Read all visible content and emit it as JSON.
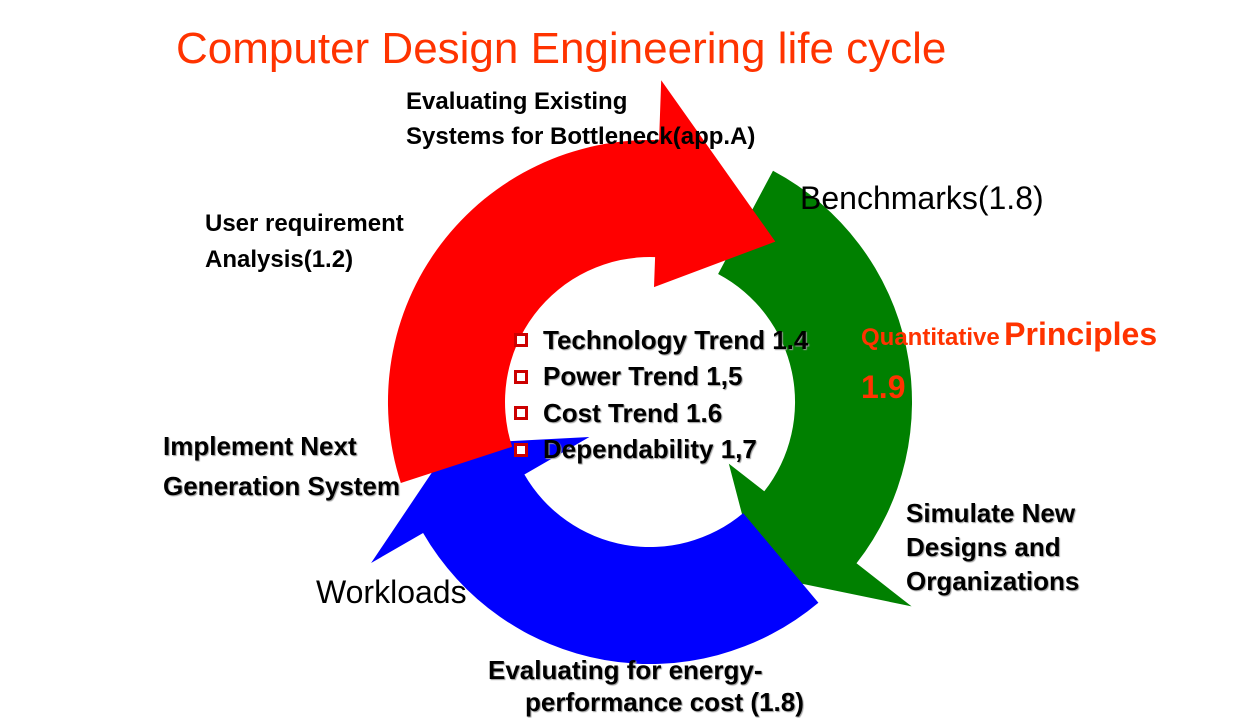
{
  "title": "Computer Design Engineering life cycle",
  "stages": {
    "evaluate_existing": [
      "Evaluating Existing",
      "Systems for Bottleneck(app.A)"
    ],
    "benchmarks": "Benchmarks(1.8)",
    "user_requirement": [
      "User requirement",
      "Analysis(1.2)"
    ],
    "quantitative": {
      "small": "Quantitative",
      "big": "Principles",
      "number": "1.9"
    },
    "implement": [
      "Implement Next",
      "Generation System"
    ],
    "simulate": [
      "Simulate New",
      "Designs and",
      "Organizations"
    ],
    "workloads": "Workloads",
    "evaluate_energy": [
      "Evaluating for energy-",
      "performance cost (1.8)"
    ]
  },
  "trends": [
    "Technology Trend 1.4",
    "Power Trend  1,5",
    "Cost Trend  1.6",
    "Dependability 1,7"
  ],
  "colors": {
    "title": "#ff3300",
    "arrow_red": "#ff0000",
    "arrow_green": "#008000",
    "arrow_blue": "#0000ff",
    "bullet": "#cc0000"
  }
}
